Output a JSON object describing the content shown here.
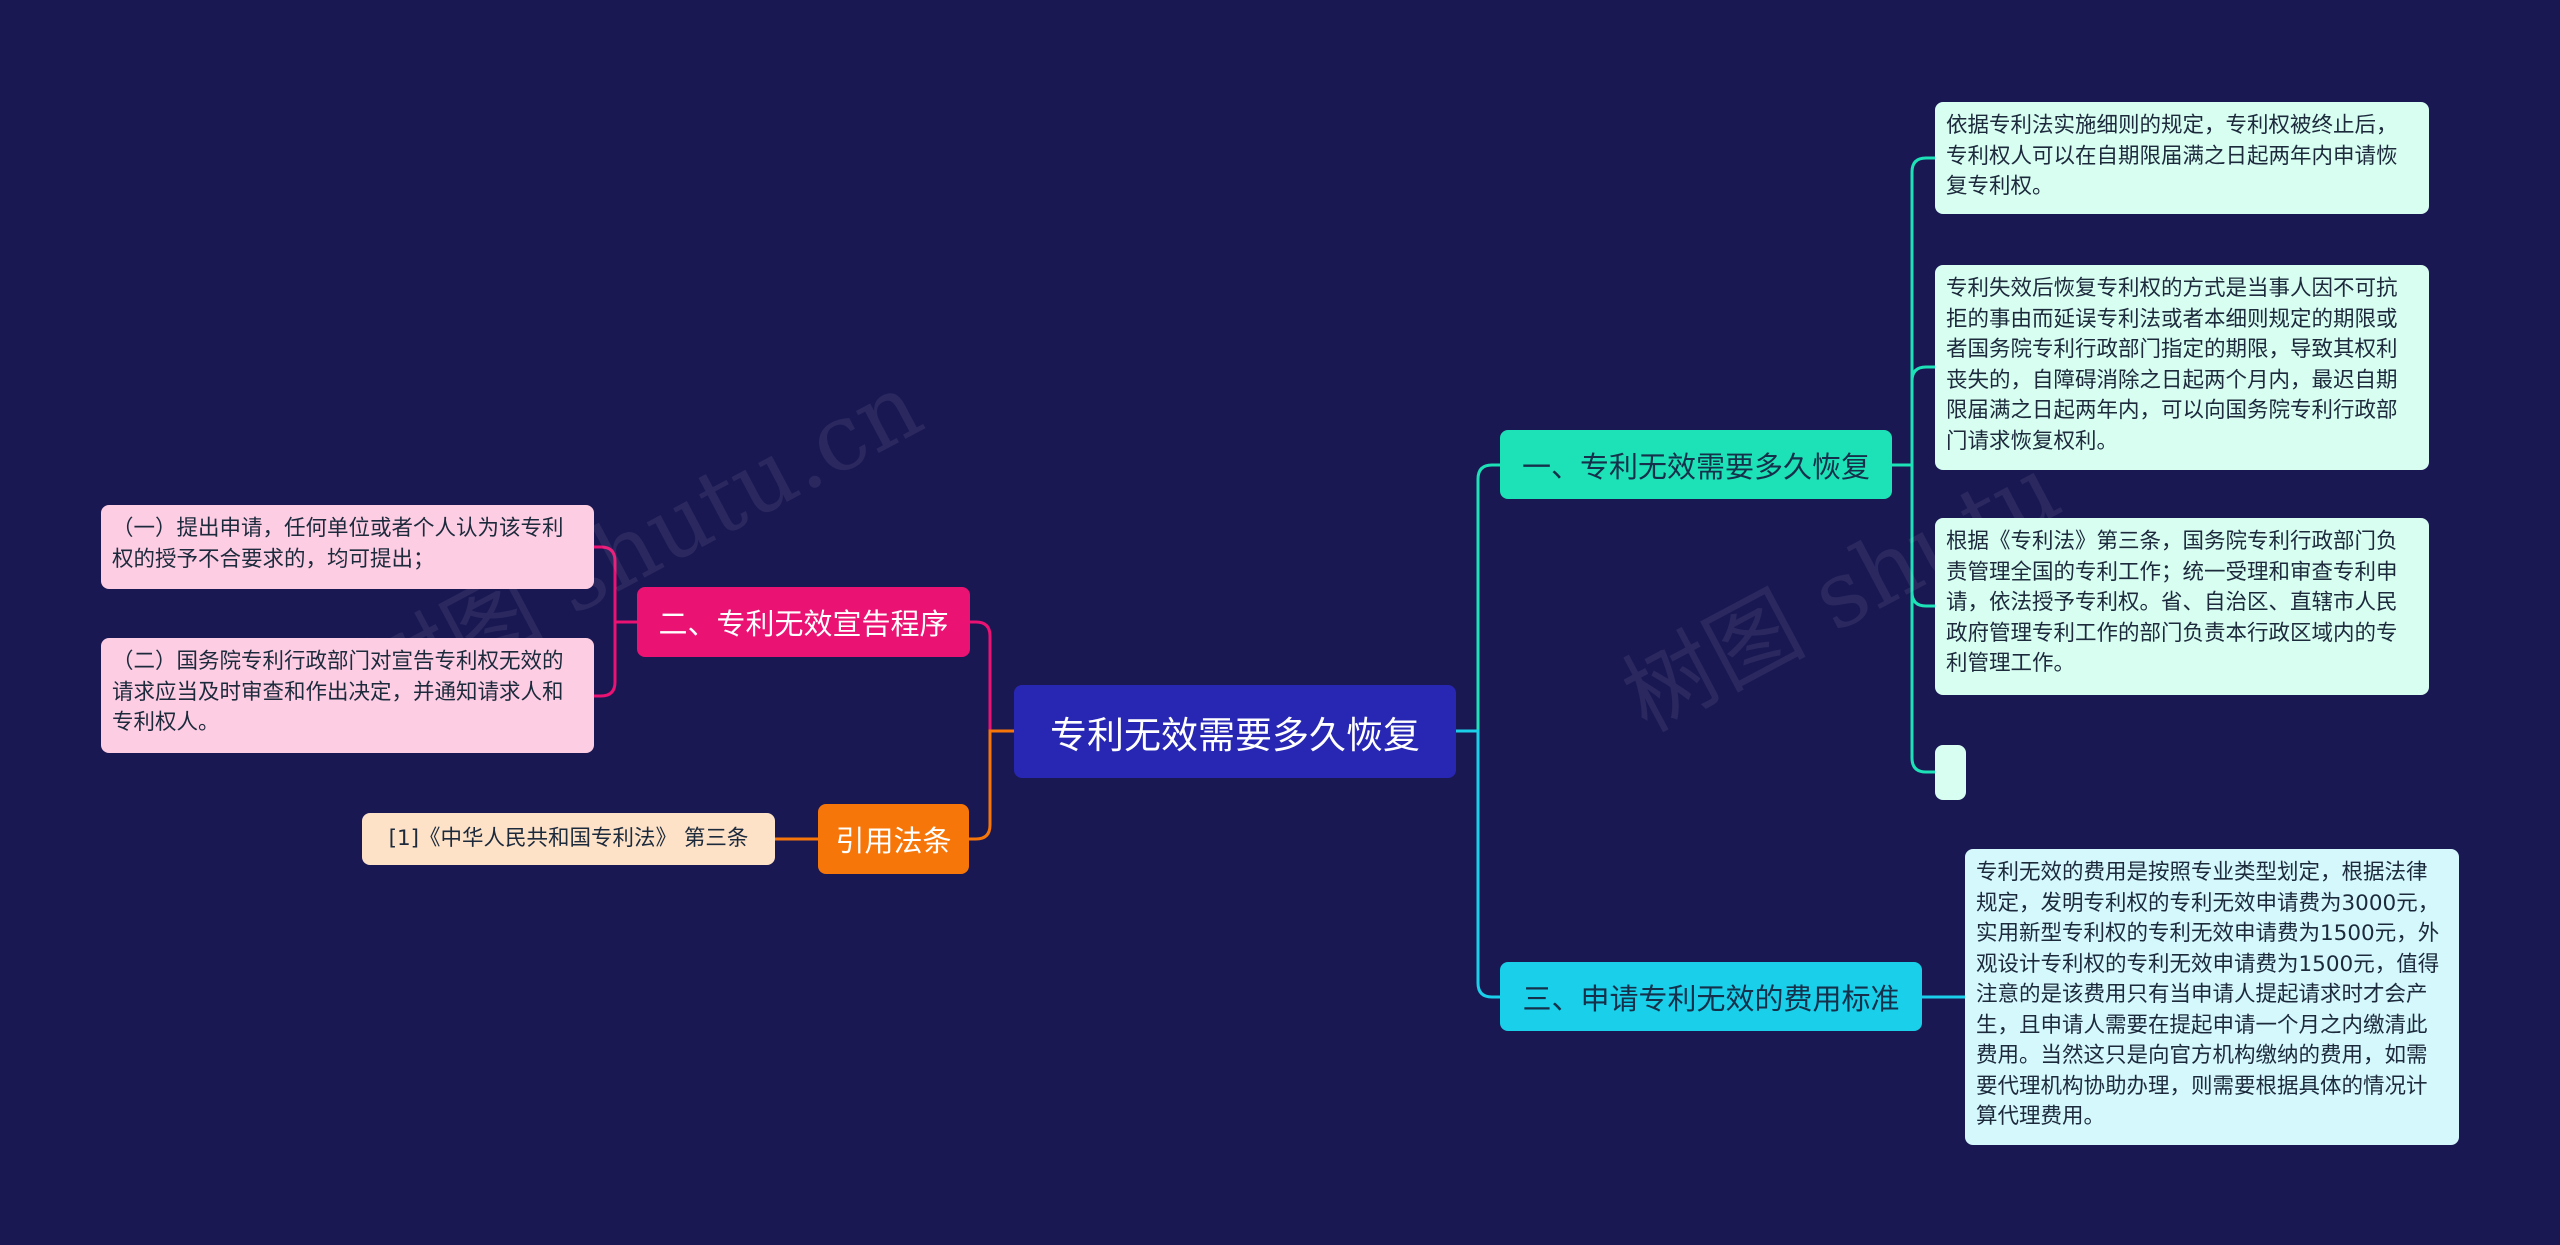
{
  "root": {
    "label": "专利无效需要多久恢复"
  },
  "branches": {
    "recover": {
      "label": "一、专利无效需要多久恢复",
      "color": "#1de1b7"
    },
    "fee": {
      "label": "三、申请专利无效的费用标准",
      "color": "#19cfe9"
    },
    "procedure": {
      "label": "二、专利无效宣告程序",
      "color": "#ea1273"
    },
    "citation": {
      "label": "引用法条",
      "color": "#f6760a"
    }
  },
  "leaves": {
    "recover": [
      "依据专利法实施细则的规定，专利权被终止后，专利权人可以在自期限届满之日起两年内申请恢复专利权。",
      "专利失效后恢复专利权的方式是当事人因不可抗拒的事由而延误专利法或者本细则规定的期限或者国务院专利行政部门指定的期限，导致其权利丧失的，自障碍消除之日起两个月内，最迟自期限届满之日起两年内，可以向国务院专利行政部门请求恢复权利。",
      "根据《专利法》第三条，国务院专利行政部门负责管理全国的专利工作；统一受理和审查专利申请，依法授予专利权。省、自治区、直辖市人民政府管理专利工作的部门负责本行政区域内的专利管理工作。",
      ""
    ],
    "fee": [
      "专利无效的费用是按照专业类型划定，根据法律规定，发明专利权的专利无效申请费为3000元，实用新型专利权的专利无效申请费为1500元，外观设计专利权的专利无效申请费为1500元，值得注意的是该费用只有当申请人提起请求时才会产生，且申请人需要在提起申请一个月之内缴清此费用。当然这只是向官方机构缴纳的费用，如需要代理机构协助办理，则需要根据具体的情况计算代理费用。"
    ],
    "procedure": [
      "（一）提出申请，任何单位或者个人认为该专利权的授予不合要求的，均可提出；",
      "（二）国务院专利行政部门对宣告专利权无效的请求应当及时审查和作出决定，并通知请求人和专利权人。"
    ],
    "citation": [
      "[1]《中华人民共和国专利法》 第三条"
    ]
  },
  "watermarks": [
    "树图 shutu.cn",
    "树图 shutu"
  ]
}
